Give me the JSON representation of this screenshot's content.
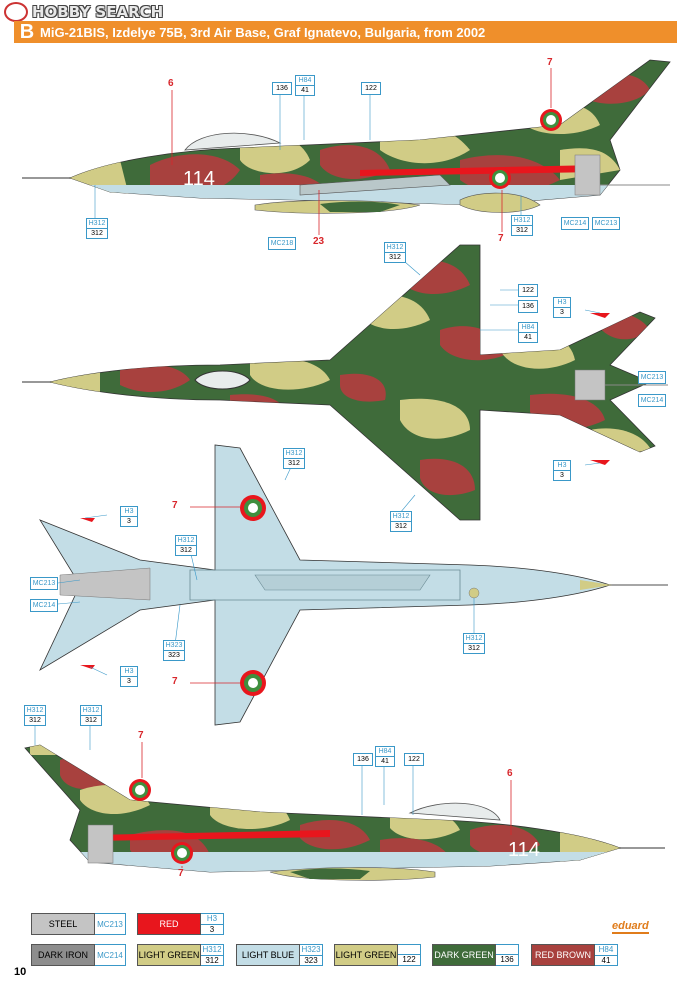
{
  "watermark": {
    "text": "HOBBY SEARCH"
  },
  "header": {
    "letter": "B",
    "title": "MiG-21BIS, Izdelye 75B, 3rd Air Base, Graf Ignatevo, Bulgaria, from 2002"
  },
  "aircraft_number": "114",
  "colors": {
    "banner": "#ef8f2b",
    "light_green": "#d1cc86",
    "dark_green": "#3f6b3a",
    "red_brown": "#a8413e",
    "light_blue": "#c3dde6",
    "red": "#e8161d",
    "steel": "#c4c4c4",
    "dark_iron": "#8d8d8d",
    "callout_blue": "#3a98c8"
  },
  "markings": {
    "six": "6",
    "seven": "7",
    "twenty_three": "23"
  },
  "callouts": {
    "c136": "136",
    "h84": "H84",
    "n41": "41",
    "n122": "122",
    "h312": "H312",
    "n312": "312",
    "mc218": "MC218",
    "mc214": "MC214",
    "mc213": "MC213",
    "h3": "H3",
    "n3": "3",
    "h323": "H323",
    "n323": "323"
  },
  "legend": {
    "row1": [
      {
        "name": "STEEL",
        "code": "MC213"
      },
      {
        "name": "RED",
        "code1": "H3",
        "code2": "3"
      }
    ],
    "row2": [
      {
        "name": "DARK IRON",
        "code": "MC214"
      },
      {
        "name": "LIGHT GREEN",
        "code1": "H312",
        "code2": "312"
      },
      {
        "name": "LIGHT BLUE",
        "code1": "H323",
        "code2": "323"
      },
      {
        "name": "LIGHT GREEN",
        "code2": "122"
      },
      {
        "name": "DARK GREEN",
        "code2": "136"
      },
      {
        "name": "RED BROWN",
        "code1": "H84",
        "code2": "41"
      }
    ]
  },
  "brand": "eduard",
  "page_number": "10"
}
